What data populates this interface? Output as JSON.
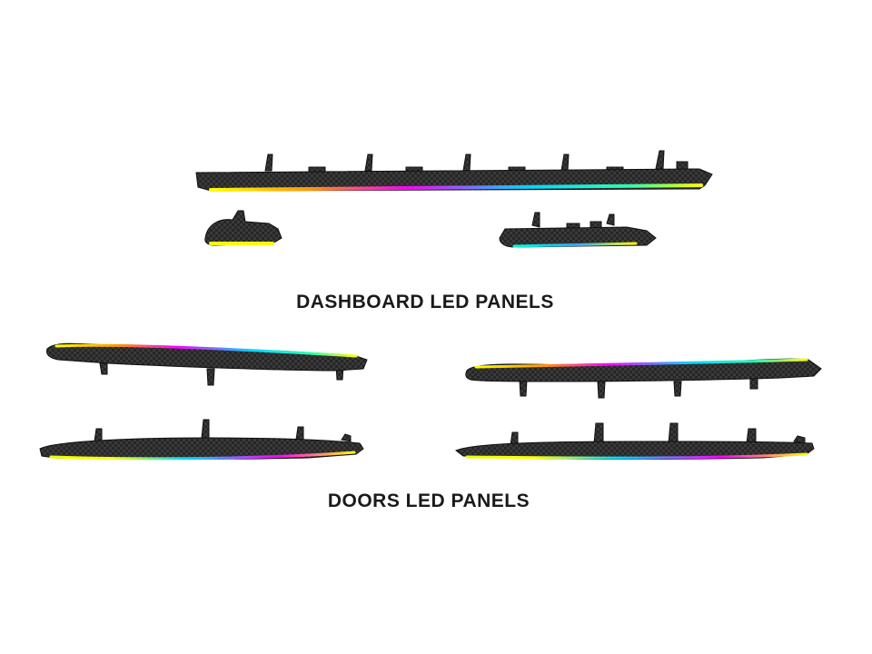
{
  "captions": {
    "dashboard": "DASHBOARD LED PANELS",
    "doors": "DOORS LED PANELS"
  },
  "colors": {
    "background": "#ffffff",
    "panel_body": "#2a2a2a",
    "panel_weave": "#3c3c3c",
    "led_gradient": [
      "#ffff00",
      "#ff00ff",
      "#00e5ff",
      "#ffff00"
    ]
  },
  "panels": [
    {
      "group": "dashboard",
      "name": "dashboard-main-panel"
    },
    {
      "group": "dashboard",
      "name": "dashboard-left-panel"
    },
    {
      "group": "dashboard",
      "name": "dashboard-right-panel"
    },
    {
      "group": "doors",
      "name": "door-front-left-panel"
    },
    {
      "group": "doors",
      "name": "door-rear-left-panel"
    },
    {
      "group": "doors",
      "name": "door-front-right-panel"
    },
    {
      "group": "doors",
      "name": "door-rear-right-panel"
    }
  ]
}
